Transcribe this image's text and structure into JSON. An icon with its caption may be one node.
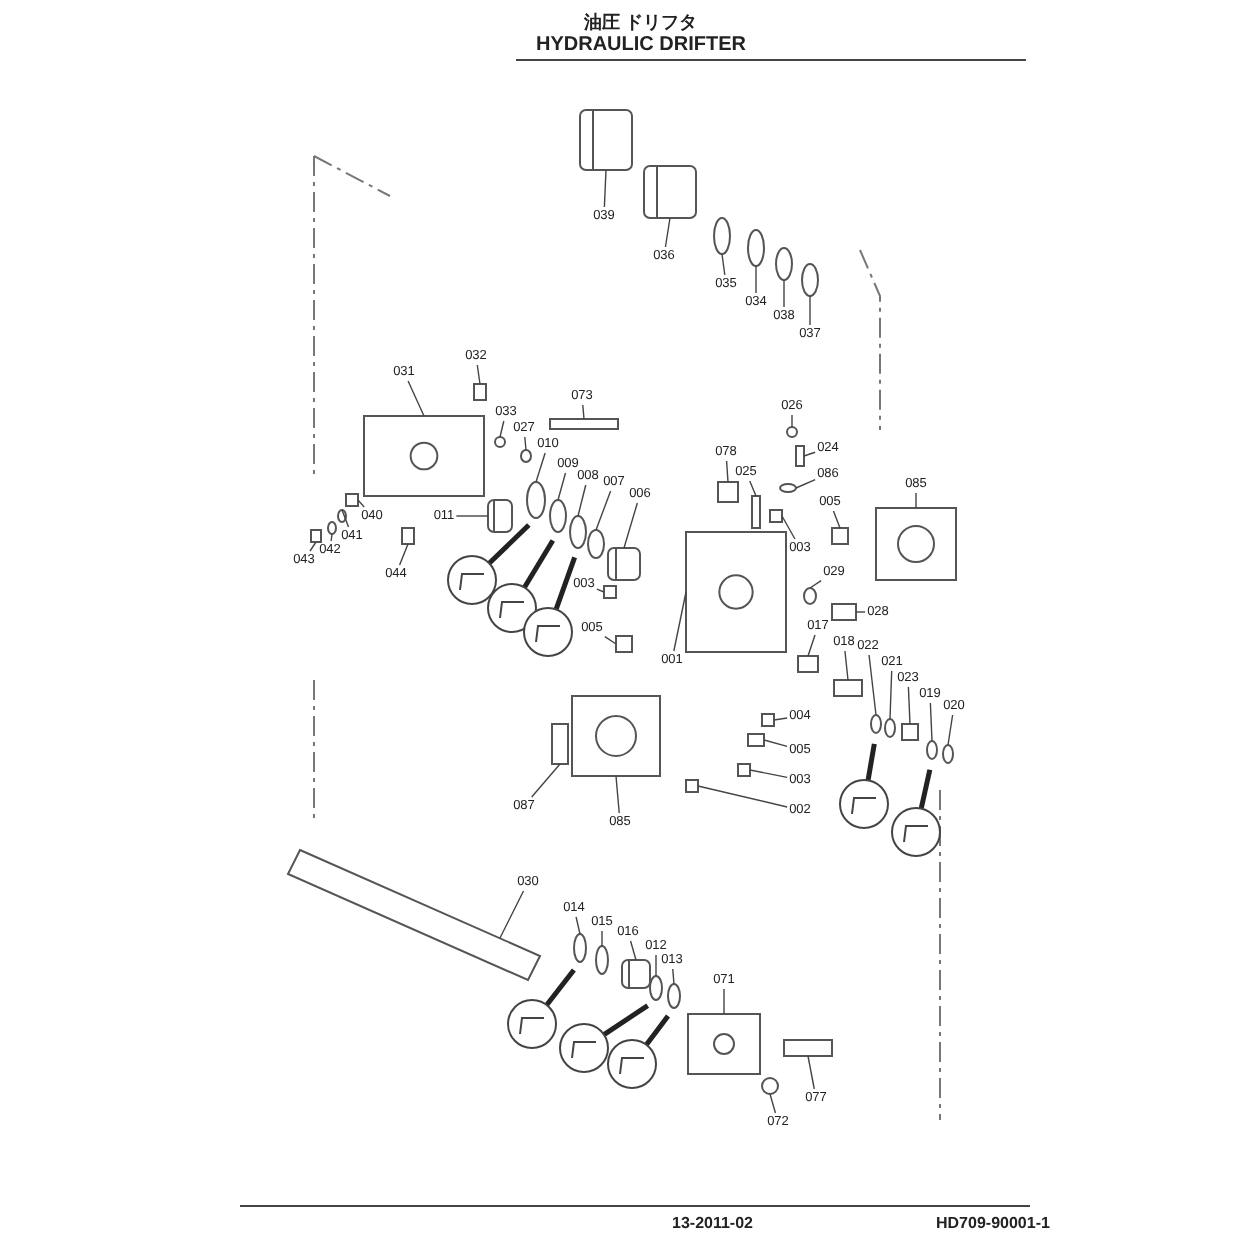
{
  "diagram": {
    "title": "油圧 ドリフタ",
    "nodes": [
      {
        "text": [
          "039"
        ]
      },
      {
        "text": [
          "036"
        ]
      },
      {
        "text": [
          "035"
        ]
      },
      {
        "text": [
          "034"
        ]
      },
      {
        "text": [
          "038"
        ]
      },
      {
        "text": [
          "037"
        ]
      },
      {
        "text": [
          "031"
        ]
      },
      {
        "text": [
          "032"
        ]
      },
      {
        "text": [
          "033"
        ]
      },
      {
        "text": [
          "027"
        ]
      },
      {
        "text": [
          "073"
        ]
      },
      {
        "text": [
          "010"
        ]
      },
      {
        "text": [
          "009"
        ]
      },
      {
        "text": [
          "008"
        ]
      },
      {
        "text": [
          "007"
        ]
      },
      {
        "text": [
          "006"
        ]
      },
      {
        "text": [
          "011"
        ]
      },
      {
        "text": [
          "040"
        ]
      },
      {
        "text": [
          "041"
        ]
      },
      {
        "text": [
          "042"
        ]
      },
      {
        "text": [
          "043"
        ]
      },
      {
        "text": [
          "044"
        ]
      },
      {
        "text": [
          "003"
        ]
      },
      {
        "text": [
          "005"
        ]
      },
      {
        "text": [
          "001"
        ]
      },
      {
        "text": [
          "078"
        ]
      },
      {
        "text": [
          "025"
        ]
      },
      {
        "text": [
          "026"
        ]
      },
      {
        "text": [
          "024"
        ]
      },
      {
        "text": [
          "086"
        ]
      },
      {
        "text": [
          "085"
        ]
      },
      {
        "text": [
          "005"
        ]
      },
      {
        "text": [
          "003"
        ]
      },
      {
        "text": [
          "029"
        ]
      },
      {
        "text": [
          "028"
        ]
      },
      {
        "text": [
          "017"
        ]
      },
      {
        "text": [
          "018"
        ]
      },
      {
        "text": [
          "022"
        ]
      },
      {
        "text": [
          "021"
        ]
      },
      {
        "text": [
          "023"
        ]
      },
      {
        "text": [
          "019"
        ]
      },
      {
        "text": [
          "020"
        ]
      },
      {
        "text": [
          "004"
        ]
      },
      {
        "text": [
          "005"
        ]
      },
      {
        "text": [
          "003"
        ]
      },
      {
        "text": [
          "002"
        ]
      },
      {
        "text": [
          "085"
        ]
      },
      {
        "text": [
          "087"
        ]
      },
      {
        "text": [
          "030"
        ]
      },
      {
        "text": [
          "014"
        ]
      },
      {
        "text": [
          "015"
        ]
      },
      {
        "text": [
          "016"
        ]
      },
      {
        "text": [
          "012"
        ]
      },
      {
        "text": [
          "013"
        ]
      },
      {
        "text": [
          "071"
        ]
      },
      {
        "text": [
          "077"
        ]
      },
      {
        "text": [
          "072"
        ]
      },
      {
        "text": [],
        "shape": "picture"
      },
      {
        "text": [],
        "shape": "picture"
      },
      {
        "text": [],
        "shape": "circle"
      },
      {
        "text": [],
        "shape": "circle"
      },
      {
        "text": [],
        "shape": "circle"
      },
      {
        "text": [],
        "shape": "circle"
      },
      {
        "text": [],
        "shape": "picture"
      },
      {
        "text": [],
        "shape": "box"
      },
      {
        "text": [],
        "shape": "circle"
      },
      {
        "text": [],
        "shape": "circle"
      },
      {
        "text": [],
        "shape": "box"
      },
      {
        "text": [],
        "shape": "circle"
      },
      {
        "text": [],
        "shape": "circle"
      },
      {
        "text": [],
        "shape": "circle"
      },
      {
        "text": [],
        "shape": "circle"
      },
      {
        "text": [],
        "shape": "picture"
      },
      {
        "text": [],
        "shape": "picture"
      },
      {
        "text": [],
        "shape": "box"
      },
      {
        "text": [],
        "shape": "circle"
      },
      {
        "text": [],
        "shape": "circle"
      },
      {
        "text": [],
        "shape": "box"
      },
      {
        "text": [],
        "shape": "box"
      },
      {
        "text": [],
        "shape": "box"
      },
      {
        "text": [],
        "shape": "box"
      },
      {
        "text": [],
        "shape": "picture"
      },
      {
        "text": [],
        "shape": "box"
      },
      {
        "text": [],
        "shape": "box"
      },
      {
        "text": [],
        "shape": "circle"
      },
      {
        "text": [],
        "shape": "box"
      },
      {
        "text": [],
        "shape": "circle"
      },
      {
        "text": [],
        "shape": "picture"
      },
      {
        "text": [],
        "shape": "box"
      },
      {
        "text": [],
        "shape": "box"
      },
      {
        "text": [],
        "shape": "circle"
      },
      {
        "text": [],
        "shape": "box"
      },
      {
        "text": [],
        "shape": "box"
      },
      {
        "text": [],
        "shape": "box"
      },
      {
        "text": [],
        "shape": "circle"
      },
      {
        "text": [],
        "shape": "circle"
      },
      {
        "text": [],
        "shape": "box"
      },
      {
        "text": [],
        "shape": "circle"
      },
      {
        "text": [],
        "shape": "circle"
      },
      {
        "text": [],
        "shape": "box"
      },
      {
        "text": [],
        "shape": "box"
      },
      {
        "text": [],
        "shape": "box"
      },
      {
        "text": [],
        "shape": "box"
      },
      {
        "text": [],
        "shape": "picture"
      },
      {
        "text": [],
        "shape": "box"
      },
      {
        "text": [],
        "shape": "bar"
      },
      {
        "text": [],
        "shape": "circle"
      },
      {
        "text": [],
        "shape": "circle"
      },
      {
        "text": [],
        "shape": "picture"
      },
      {
        "text": [],
        "shape": "circle"
      },
      {
        "text": [],
        "shape": "circle"
      },
      {
        "text": [],
        "shape": "picture"
      },
      {
        "text": [],
        "shape": "box"
      },
      {
        "text": [],
        "shape": "circle"
      }
    ],
    "edges": [
      {
        "from": 0,
        "to": 57,
        "arrow": "none"
      },
      {
        "from": 1,
        "to": 58,
        "arrow": "none"
      },
      {
        "from": 2,
        "to": 59,
        "arrow": "none"
      },
      {
        "from": 3,
        "to": 60,
        "arrow": "none"
      },
      {
        "from": 4,
        "to": 61,
        "arrow": "none"
      },
      {
        "from": 5,
        "to": 62,
        "arrow": "none"
      },
      {
        "from": 6,
        "to": 63,
        "arrow": "none"
      },
      {
        "from": 7,
        "to": 64,
        "arrow": "none"
      },
      {
        "from": 8,
        "to": 65,
        "arrow": "none"
      },
      {
        "from": 9,
        "to": 66,
        "arrow": "none"
      },
      {
        "from": 10,
        "to": 67,
        "arrow": "none"
      },
      {
        "from": 11,
        "to": 68,
        "arrow": "none"
      },
      {
        "from": 12,
        "to": 69,
        "arrow": "none"
      },
      {
        "from": 13,
        "to": 70,
        "arrow": "none"
      },
      {
        "from": 14,
        "to": 71,
        "arrow": "none"
      },
      {
        "from": 15,
        "to": 72,
        "arrow": "none"
      },
      {
        "from": 16,
        "to": 73,
        "arrow": "none"
      },
      {
        "from": 17,
        "to": 74,
        "arrow": "none"
      },
      {
        "from": 18,
        "to": 75,
        "arrow": "none"
      },
      {
        "from": 19,
        "to": 76,
        "arrow": "none"
      },
      {
        "from": 20,
        "to": 77,
        "arrow": "none"
      },
      {
        "from": 21,
        "to": 78,
        "arrow": "none"
      },
      {
        "from": 22,
        "to": 79,
        "arrow": "none"
      },
      {
        "from": 23,
        "to": 80,
        "arrow": "none"
      },
      {
        "from": 24,
        "to": 81,
        "arrow": "none"
      },
      {
        "from": 25,
        "to": 82,
        "arrow": "none"
      },
      {
        "from": 26,
        "to": 83,
        "arrow": "none"
      },
      {
        "from": 27,
        "to": 84,
        "arrow": "none"
      },
      {
        "from": 28,
        "to": 85,
        "arrow": "none"
      },
      {
        "from": 29,
        "to": 86,
        "arrow": "none"
      },
      {
        "from": 30,
        "to": 87,
        "arrow": "none"
      },
      {
        "from": 31,
        "to": 88,
        "arrow": "none"
      },
      {
        "from": 32,
        "to": 89,
        "arrow": "none"
      },
      {
        "from": 33,
        "to": 90,
        "arrow": "none"
      },
      {
        "from": 34,
        "to": 91,
        "arrow": "none"
      },
      {
        "from": 35,
        "to": 92,
        "arrow": "none"
      },
      {
        "from": 36,
        "to": 93,
        "arrow": "none"
      },
      {
        "from": 37,
        "to": 94,
        "arrow": "none"
      },
      {
        "from": 38,
        "to": 95,
        "arrow": "none"
      },
      {
        "from": 39,
        "to": 96,
        "arrow": "none"
      },
      {
        "from": 40,
        "to": 97,
        "arrow": "none"
      },
      {
        "from": 41,
        "to": 98,
        "arrow": "none"
      },
      {
        "from": 42,
        "to": 99,
        "arrow": "none"
      },
      {
        "from": 43,
        "to": 100,
        "arrow": "none"
      },
      {
        "from": 44,
        "to": 101,
        "arrow": "none"
      },
      {
        "from": 45,
        "to": 102,
        "arrow": "none"
      },
      {
        "from": 46,
        "to": 103,
        "arrow": "none"
      },
      {
        "from": 47,
        "to": 104,
        "arrow": "none"
      },
      {
        "from": 48,
        "to": 105,
        "arrow": "none"
      },
      {
        "from": 49,
        "to": 106,
        "arrow": "none"
      },
      {
        "from": 50,
        "to": 107,
        "arrow": "none"
      },
      {
        "from": 51,
        "to": 108,
        "arrow": "none"
      },
      {
        "from": 52,
        "to": 109,
        "arrow": "none"
      },
      {
        "from": 53,
        "to": 110,
        "arrow": "none"
      },
      {
        "from": 54,
        "to": 111,
        "arrow": "none"
      },
      {
        "from": 55,
        "to": 112,
        "arrow": "none"
      },
      {
        "from": 56,
        "to": 113,
        "arrow": "none"
      }
    ],
    "labels": [
      "HYDRAULIC DRIFTER",
      "13-2011-02",
      "HD709-90001-1"
    ]
  }
}
